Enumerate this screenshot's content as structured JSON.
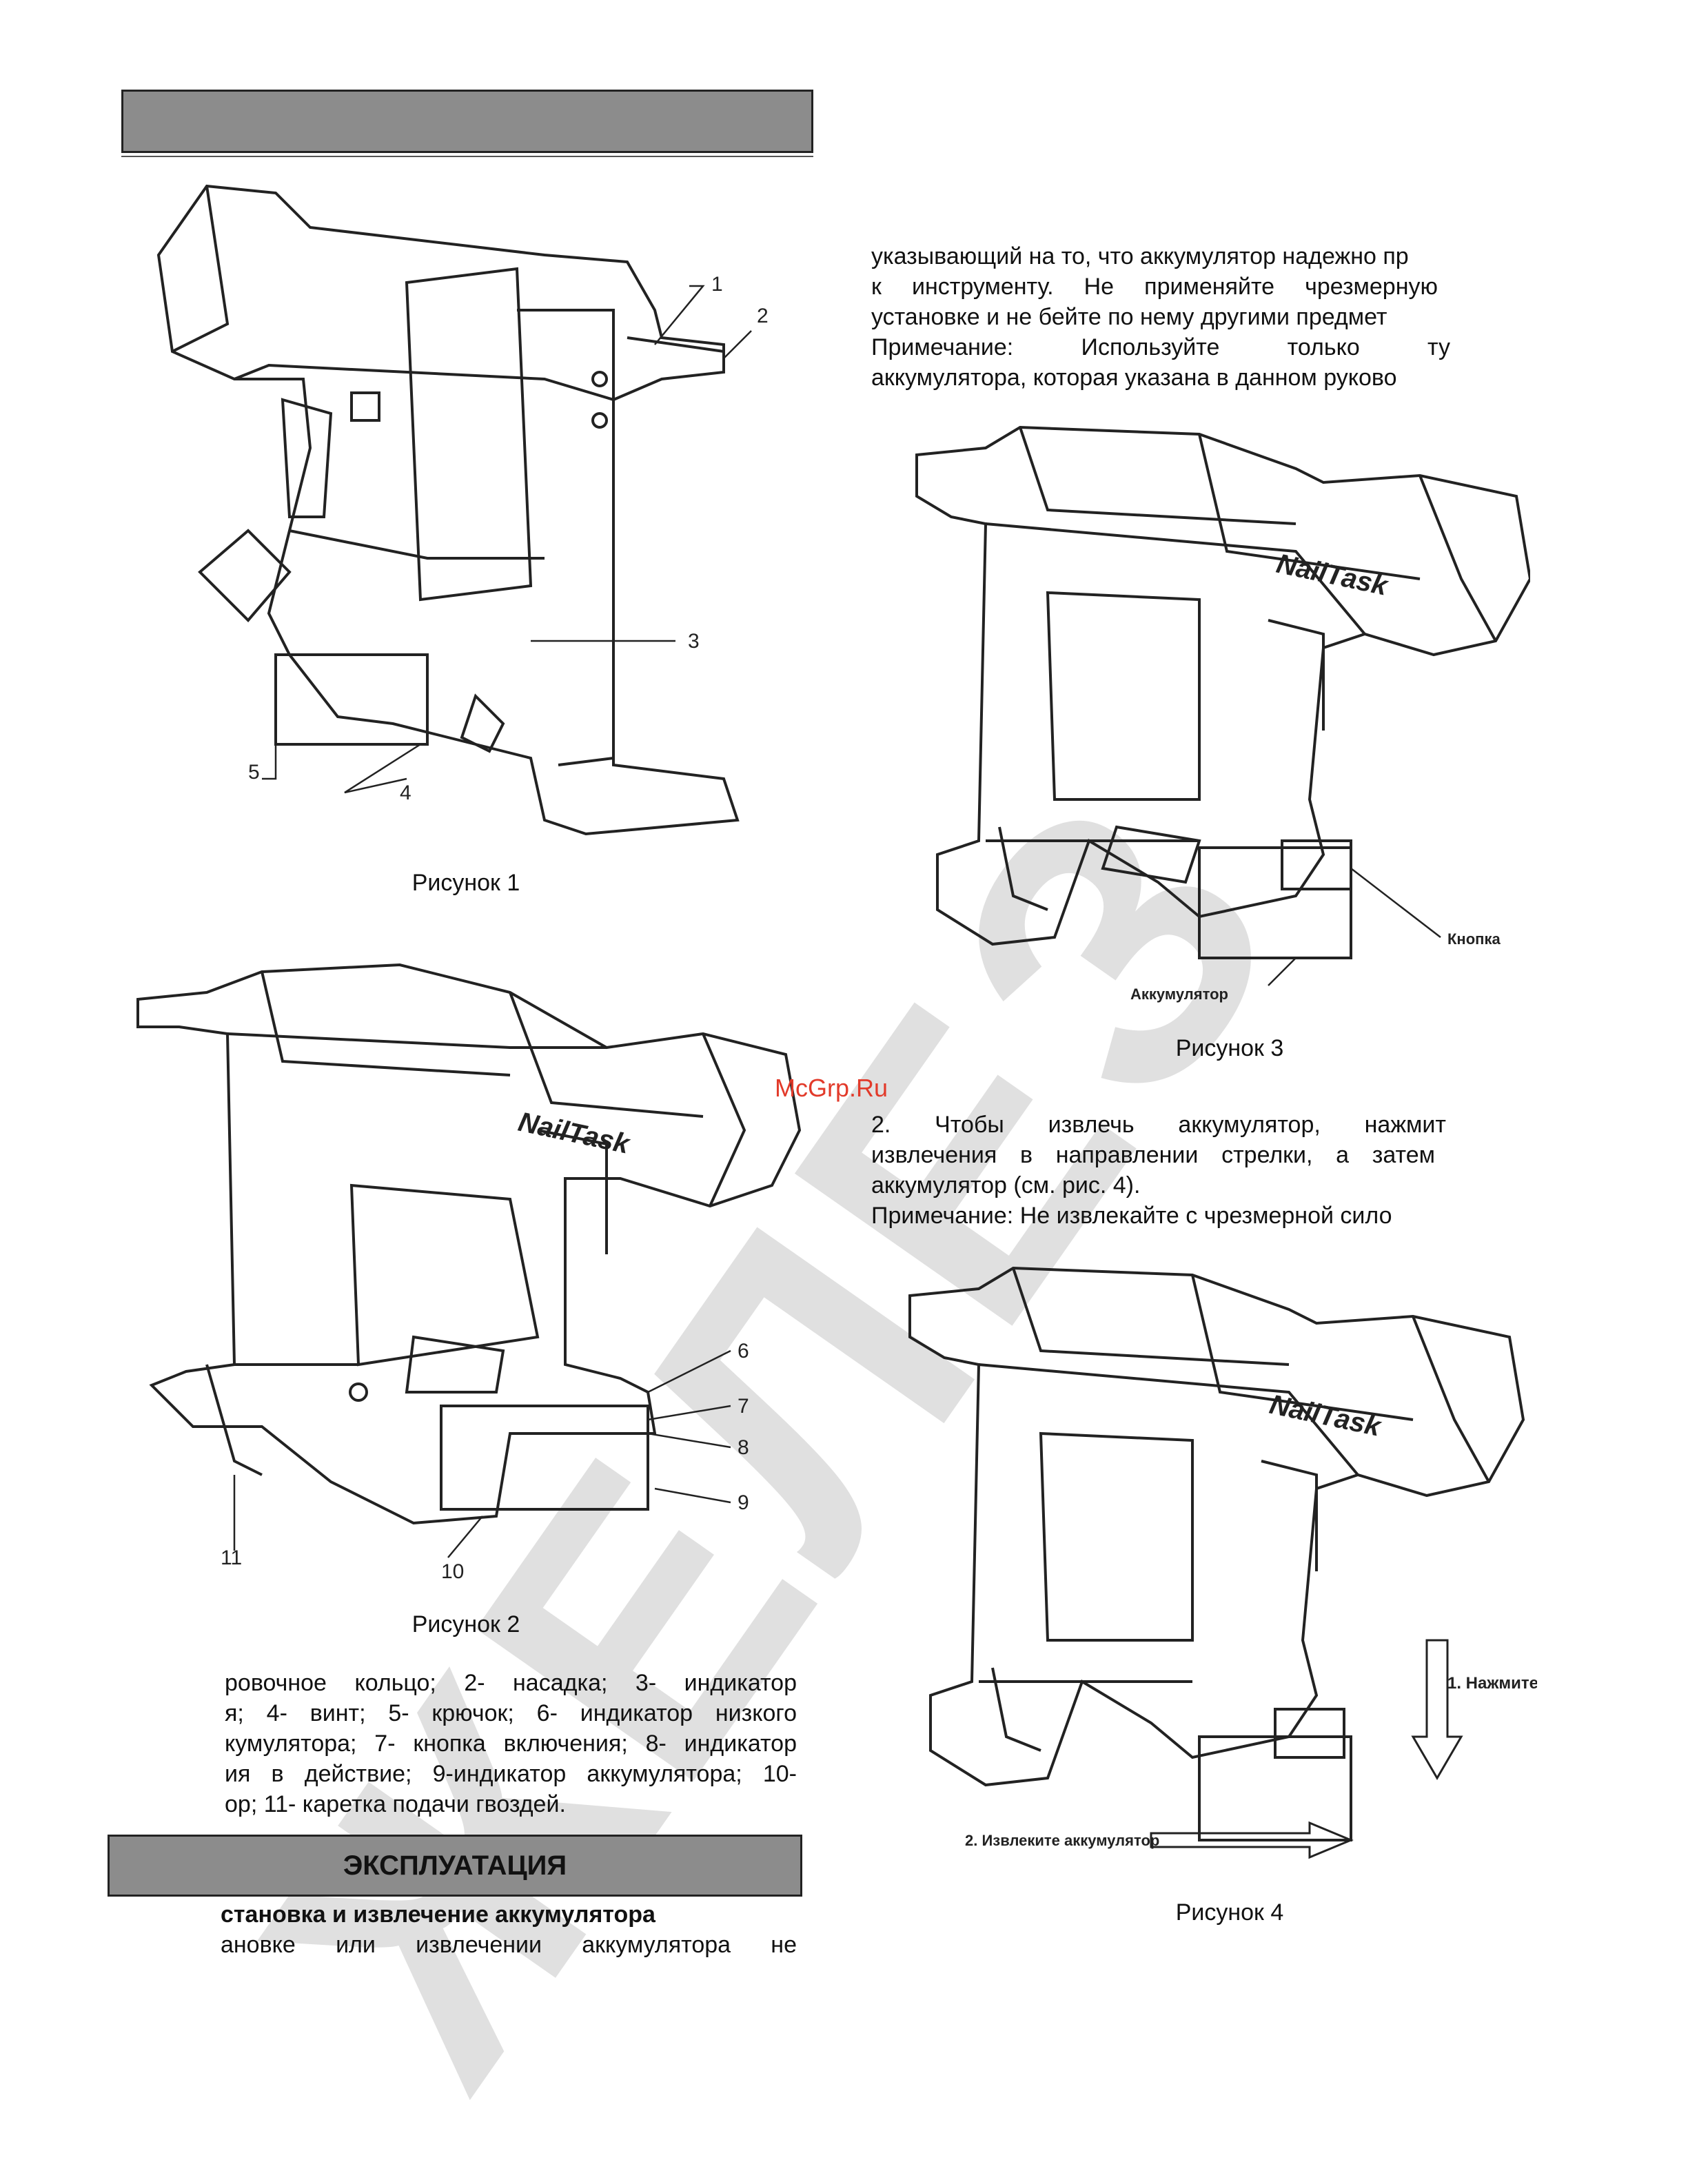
{
  "header_bar": {
    "title": ""
  },
  "figures": {
    "fig1": {
      "caption": "Рисунок 1",
      "callouts": [
        "1",
        "2",
        "3",
        "4",
        "5"
      ]
    },
    "fig2": {
      "caption": "Рисунок 2",
      "brand": "NailTask",
      "callouts": [
        "6",
        "7",
        "8",
        "9",
        "10",
        "11"
      ]
    },
    "fig3": {
      "caption": "Рисунок 3",
      "brand": "NailTask",
      "label_button": "Кнопка",
      "label_battery": "Аккумулятор"
    },
    "fig4": {
      "caption": "Рисунок 4",
      "brand": "NailTask",
      "label_press": "1. Нажмите",
      "label_remove": "2. Извлеките аккумулятор"
    }
  },
  "legend_lines": [
    "ровочное кольцо; 2- насадка; 3- индикатор",
    "я; 4- винт; 5- крючок; 6- индикатор низкого",
    "кумулятора; 7- кнопка включения; 8- индикатор",
    "ия в действие; 9-индикатор аккумулятора; 10-",
    "ор; 11- каретка подачи гвоздей."
  ],
  "section": {
    "title": "ЭКСПЛУАТАЦИЯ",
    "subtitle": "становка и извлечение аккумулятора",
    "first_line": "ановке или извлечении аккумулятора не"
  },
  "right_text_top": [
    "указывающий на то, что аккумулятор надежно пр",
    "к инструменту. Не применяйте чрезмерную",
    "установке и не бейте по нему другими предмет",
    "Примечание: Используйте только ту",
    "аккумулятора, которая указана в данном руково"
  ],
  "right_text_mid": [
    "2. Чтобы извлечь аккумулятор, нажмит",
    "извлечения в направлении стрелки, а затем",
    "аккумулятор (см. рис. 4).",
    "Примечание: Не извлекайте с чрезмерной сило"
  ],
  "watermark": {
    "text": "McGrp.Ru",
    "big_text": "ЖЕЛЕЗ"
  }
}
